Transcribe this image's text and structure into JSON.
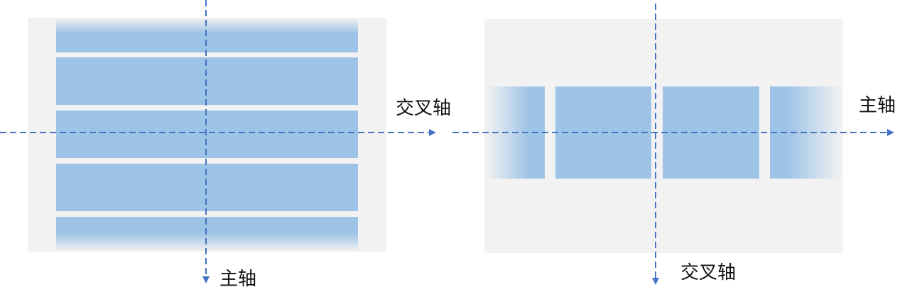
{
  "colors": {
    "panel_background": "#f2f2f2",
    "list_item": "#9dc3e6",
    "axis_line": "#4472c4"
  },
  "left_diagram": {
    "main_axis_label": "主轴",
    "cross_axis_label": "交叉轴",
    "main_axis_direction": "vertical",
    "item_count": 5
  },
  "right_diagram": {
    "main_axis_label": "主轴",
    "cross_axis_label": "交叉轴",
    "main_axis_direction": "horizontal",
    "item_count": 4
  }
}
